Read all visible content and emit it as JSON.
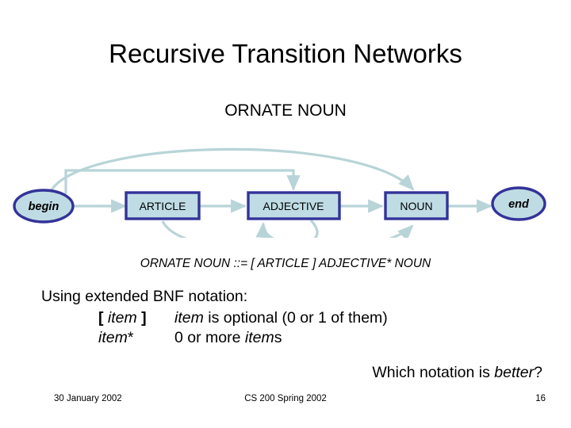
{
  "slide": {
    "title": "Recursive Transition Networks",
    "subtitle": "ORNATE NOUN"
  },
  "diagram": {
    "nodes": [
      {
        "id": "begin",
        "label": "begin",
        "shape": "ellipse"
      },
      {
        "id": "article",
        "label": "ARTICLE",
        "shape": "rect"
      },
      {
        "id": "adjective",
        "label": "ADJECTIVE",
        "shape": "rect"
      },
      {
        "id": "noun",
        "label": "NOUN",
        "shape": "rect"
      },
      {
        "id": "end",
        "label": "end",
        "shape": "ellipse"
      }
    ],
    "colors": {
      "node_fill": "#bfdce4",
      "node_border": "#333399",
      "edge": "#b8d4d8"
    }
  },
  "bnf_rule": {
    "text": "ORNATE NOUN ::= [ ARTICLE ] ADJECTIVE* NOUN"
  },
  "notation": {
    "heading": "Using extended BNF notation:",
    "rows": [
      {
        "lhs_open": "[ ",
        "lhs_item": "item",
        "lhs_close": " ]",
        "rhs_item": "item",
        "rhs_rest": " is optional (0 or 1 of them)"
      },
      {
        "lhs_item": "item",
        "lhs_star": "*",
        "rhs_pre": "0 or more ",
        "rhs_item": "item",
        "rhs_post": "s"
      }
    ]
  },
  "question": {
    "pre": "Which notation is ",
    "emph": "better",
    "post": "?"
  },
  "footer": {
    "date": "30 January 2002",
    "course": "CS 200 Spring 2002",
    "page": "16"
  }
}
